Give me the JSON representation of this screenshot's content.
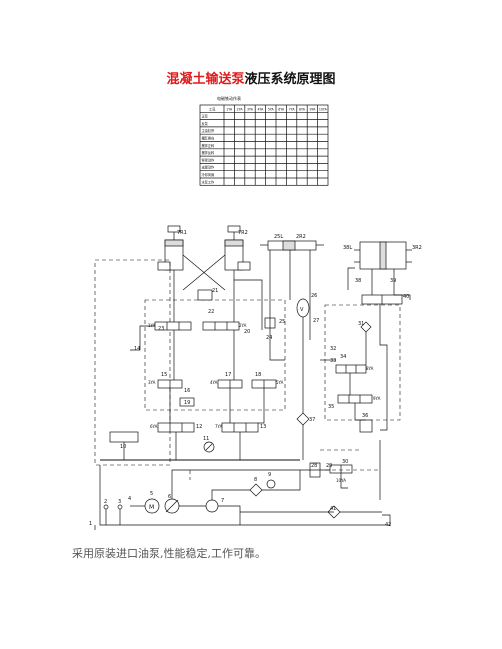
{
  "title": {
    "highlight": "混凝土输送泵",
    "rest": "液压系统原理图"
  },
  "caption": "采用原装进口油泵,性能稳定,工作可靠。",
  "table": {
    "heading": "电磁铁动作表",
    "columns": [
      "工况",
      "1YA",
      "2YA",
      "3YA",
      "4YA",
      "5YA",
      "6YA",
      "7YA",
      "8YA",
      "9YA",
      "10YA"
    ],
    "rows": [
      "正泵",
      "反泵",
      "主油缸停",
      "摆缸换向",
      "搅拌正转",
      "搅拌反转",
      "臂架动作",
      "支腿动作",
      "冷却风扇",
      "水泵工作"
    ]
  },
  "labels": {
    "cyl_1l": "7R1",
    "cyl_1r": "7R2",
    "cyl_2l": "25L",
    "cyl_2r": "2R2",
    "cyl_3l": "38L",
    "cyl_3r": "3R2",
    "n1": "1",
    "n2": "2",
    "n3": "3",
    "n4": "4",
    "n5": "5",
    "n6": "6",
    "n7": "7",
    "n8": "8",
    "n9": "9",
    "n10": "10",
    "n11": "11",
    "n12": "12",
    "n13": "13",
    "n14": "14",
    "n15": "15",
    "n16": "16",
    "n17": "17",
    "n18": "18",
    "n19": "19",
    "n20": "20",
    "n21": "21",
    "n22": "22",
    "n23": "23",
    "n24": "24",
    "n25": "25",
    "n26": "26",
    "n27": "27",
    "n28": "28",
    "n29": "29",
    "n30": "30",
    "n31": "31",
    "n32": "32",
    "n33": "33",
    "n34": "34",
    "n35": "35",
    "n36": "36",
    "n37": "37",
    "n38": "38",
    "n39": "39",
    "n40": "40",
    "n41": "41",
    "n42": "42",
    "ya1": "1YA",
    "ya2": "2YA",
    "ya3": "3YA",
    "ya4": "4YA",
    "ya5": "5YA",
    "ya6": "6YA",
    "ya7": "7YA",
    "ya8": "8YA",
    "ya9": "9YA",
    "ya10": "10YA",
    "motor": "M",
    "gauge": "V"
  }
}
